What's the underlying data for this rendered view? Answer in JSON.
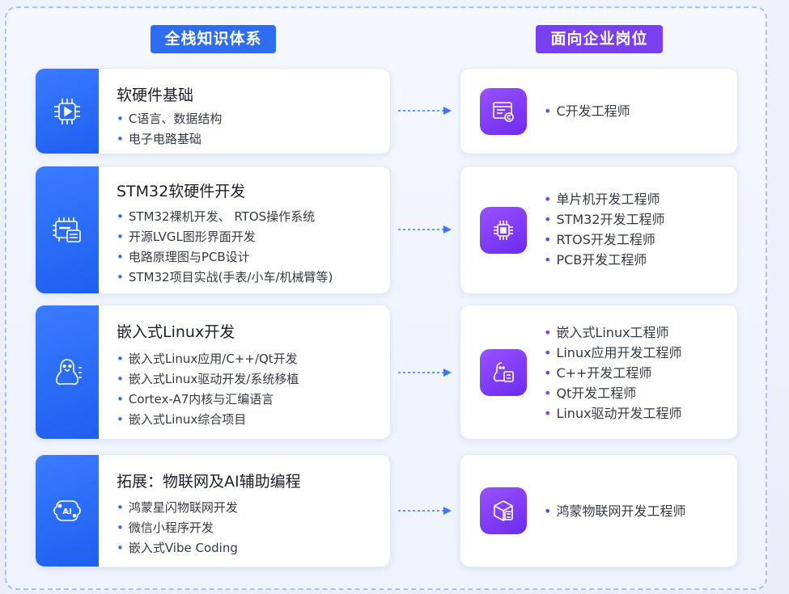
{
  "headers": {
    "left": "全栈知识体系",
    "right": "面向企业岗位"
  },
  "rows": [
    {
      "title": "软硬件基础",
      "icon": "chip-play-icon",
      "skills": [
        "C语言、数据结构",
        "电子电路基础"
      ],
      "role_icon": "code-window-icon",
      "roles": [
        "C开发工程师"
      ]
    },
    {
      "title": "STM32软硬件开发",
      "icon": "stm32-chip-icon",
      "skills": [
        "STM32裸机开发、 RTOS操作系统",
        "开源LVGL图形界面开发",
        "电路原理图与PCB设计",
        "STM32项目实战(手表/小车/机械臂等)"
      ],
      "role_icon": "processor-icon",
      "roles": [
        "单片机开发工程师",
        "STM32开发工程师",
        "RTOS开发工程师",
        "PCB开发工程师"
      ]
    },
    {
      "title": "嵌入式Linux开发",
      "icon": "linux-penguin-icon",
      "skills": [
        "嵌入式Linux应用/C++/Qt开发",
        "嵌入式Linux驱动开发/系统移植",
        "Cortex-A7内核与汇编语言",
        "嵌入式Linux综合项目"
      ],
      "role_icon": "penguin-icon",
      "roles": [
        "嵌入式Linux工程师",
        "Linux应用开发工程师",
        "C++开发工程师",
        "Qt开发工程师",
        "Linux驱动开发工程师"
      ]
    },
    {
      "title": "拓展：物联网及AI辅助编程",
      "icon": "ai-brain-icon",
      "skills": [
        "鸿蒙星闪物联网开发",
        "微信小程序开发",
        "嵌入式Vibe Coding"
      ],
      "role_icon": "iot-cube-icon",
      "roles": [
        "鸿蒙物联网开发工程师"
      ]
    }
  ],
  "colors": {
    "blue": "#2f6df0",
    "purple": "#7a3ff0"
  }
}
